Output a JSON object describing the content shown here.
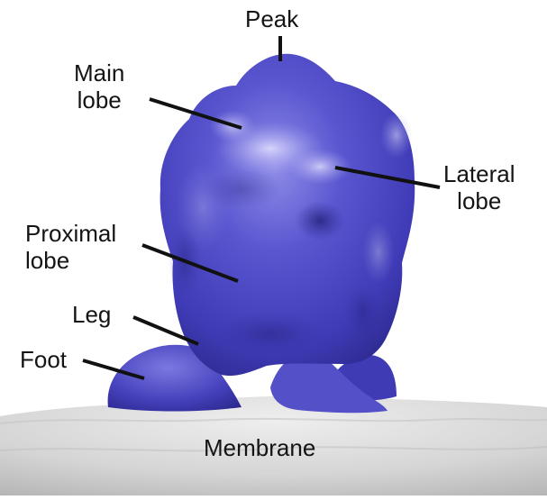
{
  "figure": {
    "labels": {
      "peak": "Peak",
      "main_lobe": [
        "Main",
        "lobe"
      ],
      "lateral_lobe": [
        "Lateral",
        "lobe"
      ],
      "proximal_lobe": [
        "Proximal",
        "lobe"
      ],
      "leg": "Leg",
      "foot": "Foot",
      "membrane": "Membrane"
    },
    "colors": {
      "protein_body": "#4c48c2",
      "protein_shadow": "#2b268c",
      "protein_highlight": "#b9b7f0",
      "membrane": "#d7d7d7",
      "leader_line": "#111111",
      "text": "#141414"
    }
  }
}
